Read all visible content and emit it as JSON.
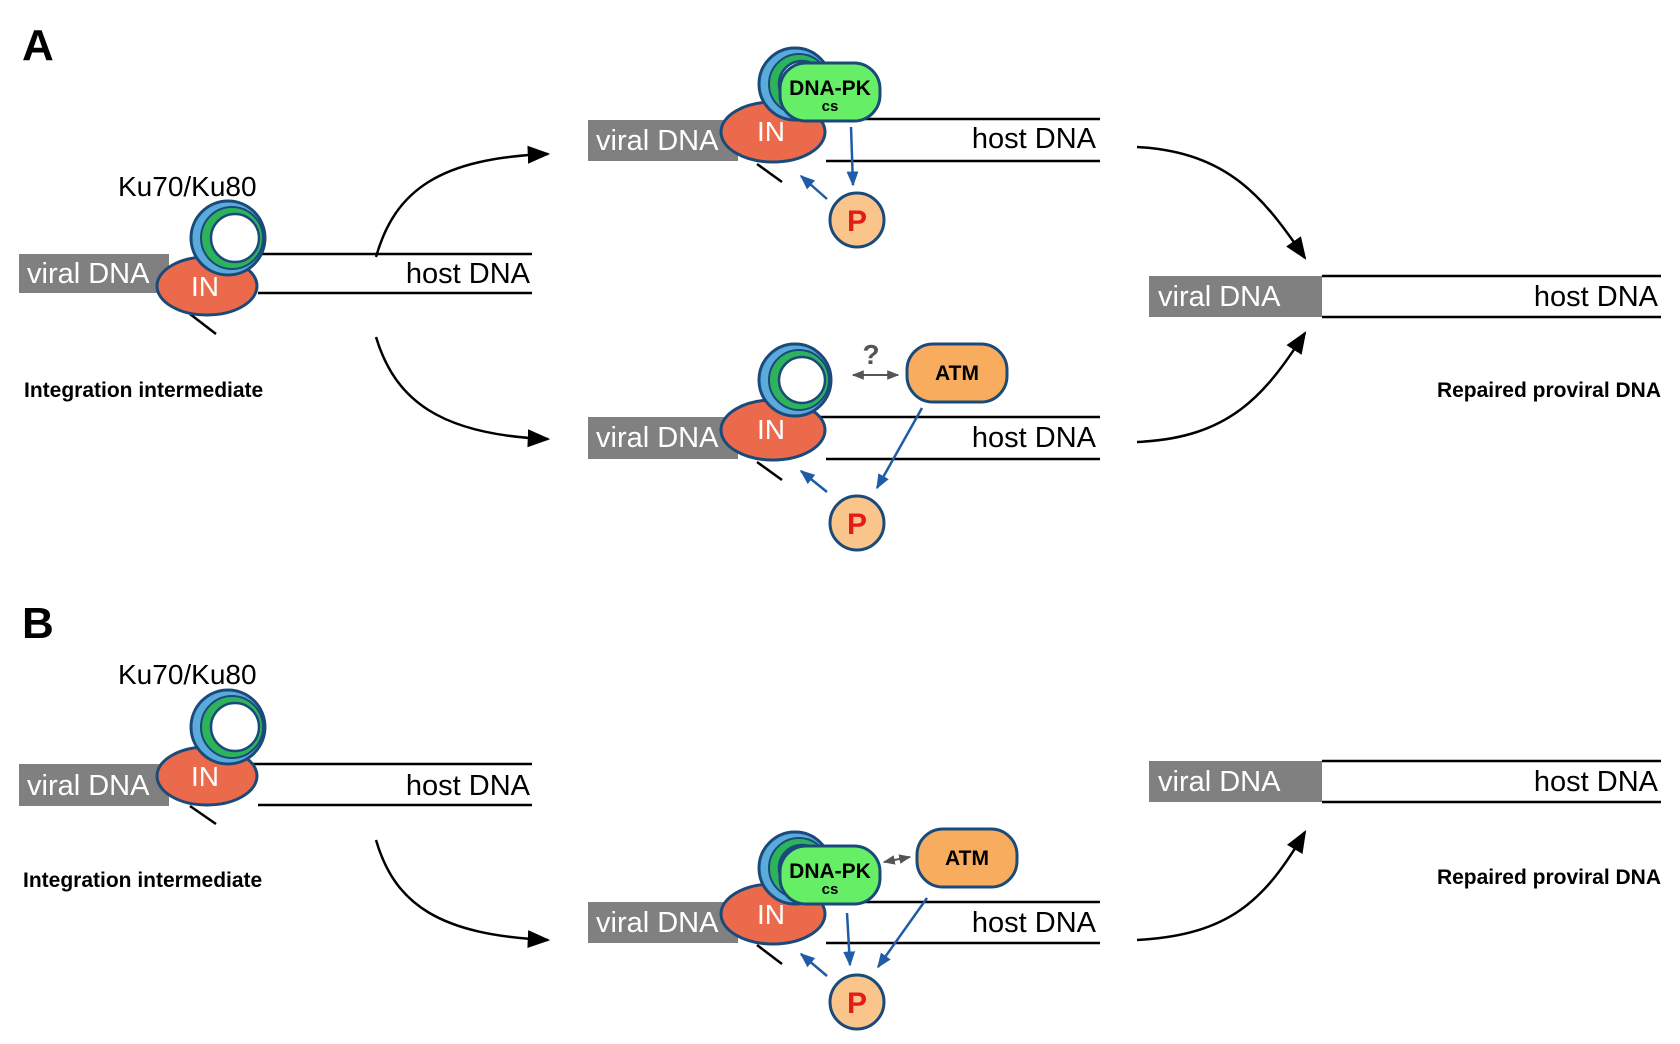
{
  "panels": {
    "a": {
      "letter": "A"
    },
    "b": {
      "letter": "B"
    }
  },
  "labels": {
    "viral_dna": "viral DNA",
    "host_dna": "host DNA",
    "ku": "Ku70/Ku80",
    "in": "IN",
    "dna_pk": "DNA-PK",
    "dna_pk_sub": "cs",
    "atm": "ATM",
    "phospho": "P",
    "question": "?",
    "integration_intermediate": "Integration intermediate",
    "repaired_provirus": "Repaired proviral DNA"
  },
  "colors": {
    "viral_dna": "#808080",
    "integrase": "#ec6a4c",
    "protein_outline": "#1a4a7a",
    "ku_outer": "#5aaadc",
    "ku_inner": "#2db35a",
    "dna_pk": "#66ee66",
    "atm": "#f7ad5d",
    "phosphate": "#f9c58a",
    "phosphate_text": "#e31b1b",
    "signal_arrow": "#1f5ca8",
    "interaction_arrow": "#555555",
    "flow_arrow": "#000000"
  }
}
